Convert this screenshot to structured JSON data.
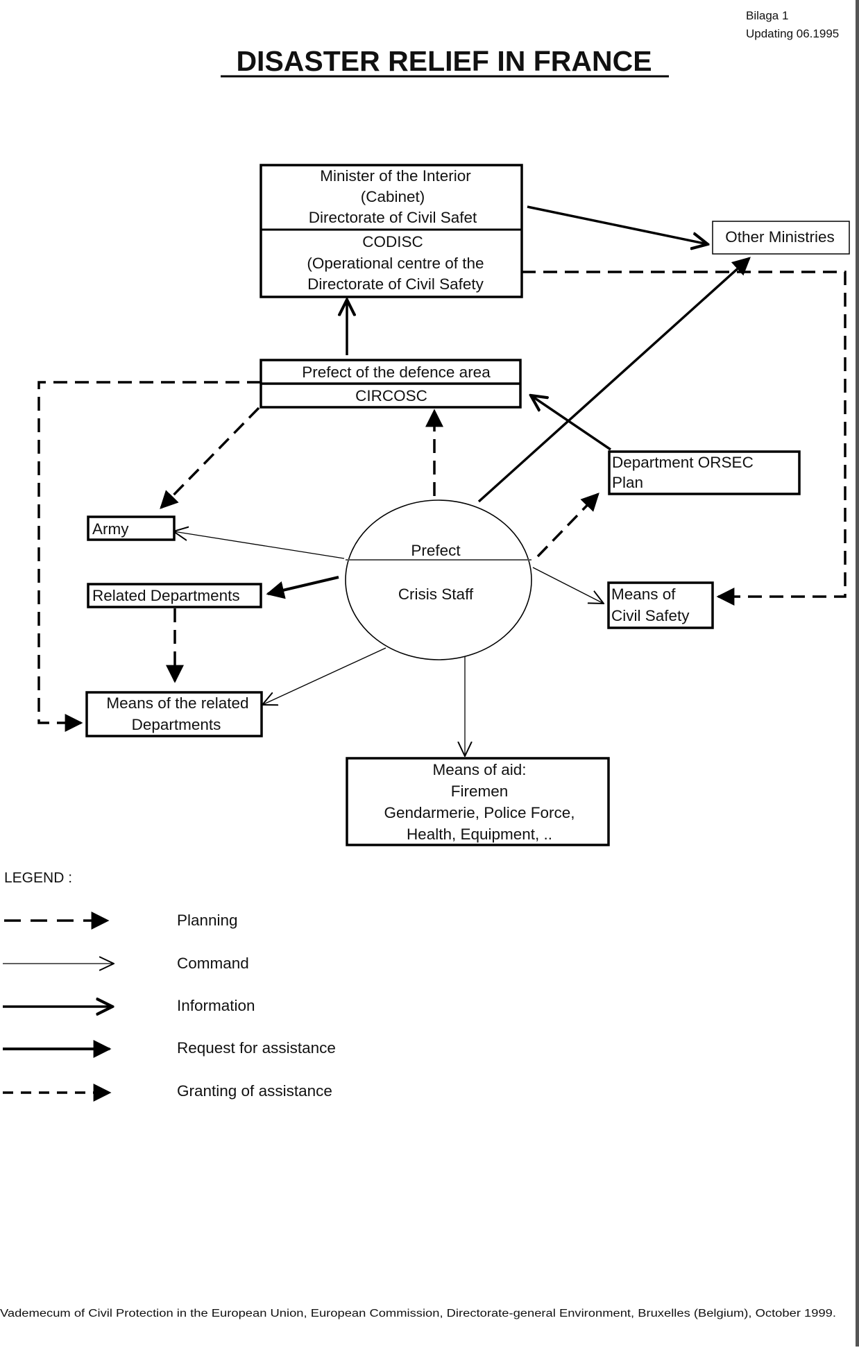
{
  "header": {
    "annex": "Bilaga 1",
    "updated": "Updating 06.1995",
    "title": "DISASTER RELIEF IN FRANCE"
  },
  "nodes": {
    "minister": {
      "lines": [
        "Minister of the Interior",
        "(Cabinet)",
        "Directorate of Civil Safet"
      ],
      "sub_lines": [
        "CODISC",
        "(Operational centre of the",
        "Directorate of Civil Safety"
      ]
    },
    "other_ministries": {
      "label": "Other Ministries"
    },
    "prefect_defence": {
      "label": "Prefect of the defence area",
      "sub_label": "CIRCOSC"
    },
    "orsec": {
      "lines": [
        "Department ORSEC",
        "Plan"
      ]
    },
    "army": {
      "label": "Army"
    },
    "related_departments": {
      "label": "Related Departments"
    },
    "prefect": {
      "label": "Prefect",
      "sub_label": "Crisis Staff"
    },
    "civil_safety_means": {
      "lines": [
        "Means of",
        "Civil Safety"
      ]
    },
    "related_means": {
      "lines": [
        "Means of the related",
        "Departments"
      ]
    },
    "aid_means": {
      "lines": [
        "Means of aid:",
        "Firemen",
        "Gendarmerie, Police Force,",
        "Health, Equipment, .."
      ]
    }
  },
  "legend": {
    "title": "LEGEND :",
    "items": [
      {
        "label": "Planning",
        "style": "planning"
      },
      {
        "label": "Command",
        "style": "command"
      },
      {
        "label": "Information",
        "style": "information"
      },
      {
        "label": "Request for assistance",
        "style": "request"
      },
      {
        "label": "Granting of assistance",
        "style": "granting"
      }
    ]
  },
  "footer": {
    "source": "Vademecum of Civil Protection in the European Union, European Commission, Directorate-general Environment, Bruxelles (Belgium), October 1999."
  }
}
